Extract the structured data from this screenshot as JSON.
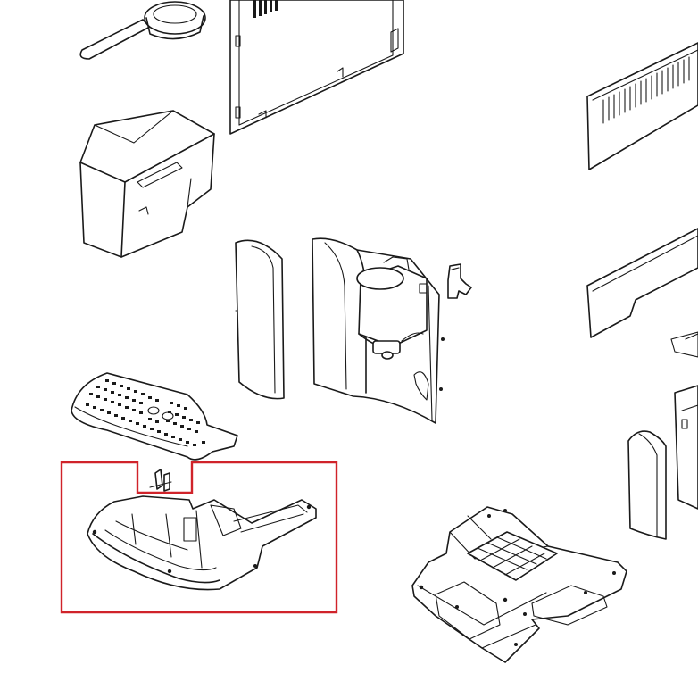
{
  "diagram": {
    "type": "exploded-parts-drawing",
    "line_color": "#1a1a1a",
    "background_color": "#ffffff",
    "highlight": {
      "color": "#d0232a",
      "target": "drip-tray-base"
    },
    "parts": [
      "measuring-scoop",
      "rear-panel",
      "water-tank",
      "side-grille-panel",
      "left-side-cover",
      "brew-unit-front-cover",
      "release-clip",
      "lower-side-panel",
      "cup-grid",
      "drip-tray-base",
      "float-indicator",
      "right-side-cover",
      "chassis-base"
    ]
  }
}
